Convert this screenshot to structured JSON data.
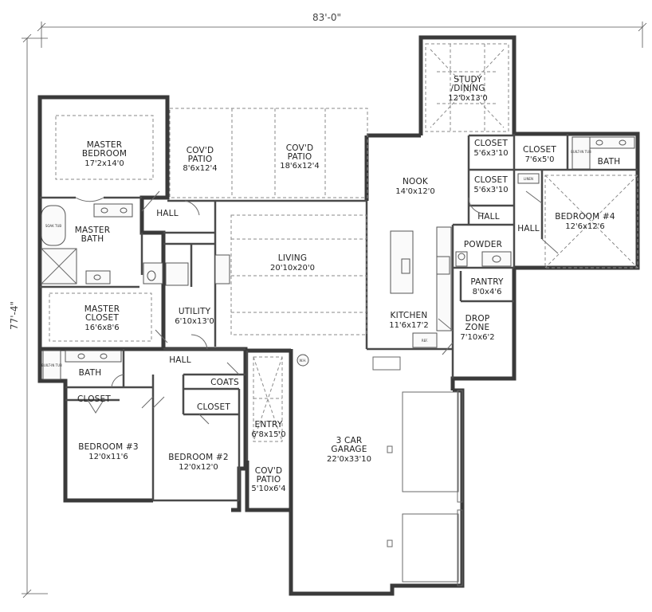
{
  "dimensions": {
    "width_label": "83'-0\"",
    "depth_label": "77'-4\""
  },
  "rooms": [
    {
      "id": "master-bedroom",
      "name_lines": [
        "MASTER",
        "BEDROOM"
      ],
      "size": "17'2x14'0"
    },
    {
      "id": "covd-patio-1",
      "name_lines": [
        "COV'D",
        "PATIO"
      ],
      "size": "8'6x12'4"
    },
    {
      "id": "covd-patio-2",
      "name_lines": [
        "COV'D",
        "PATIO"
      ],
      "size": "18'6x12'4"
    },
    {
      "id": "study-dining",
      "name_lines": [
        "STUDY",
        "/DINING"
      ],
      "size": "12'0x13'0"
    },
    {
      "id": "closet-a",
      "name_lines": [
        "CLOSET"
      ],
      "size": "5'6x3'10"
    },
    {
      "id": "closet-b",
      "name_lines": [
        "CLOSET"
      ],
      "size": "5'6x3'10"
    },
    {
      "id": "closet-c",
      "name_lines": [
        "CLOSET"
      ],
      "size": "7'6x5'0"
    },
    {
      "id": "bath-4",
      "name_lines": [
        "BATH"
      ],
      "size": ""
    },
    {
      "id": "nook",
      "name_lines": [
        "NOOK"
      ],
      "size": "14'0x12'0"
    },
    {
      "id": "bedroom-4",
      "name_lines": [
        "BEDROOM #4"
      ],
      "size": "12'6x12'6"
    },
    {
      "id": "hall-1",
      "name_lines": [
        "HALL"
      ],
      "size": ""
    },
    {
      "id": "hall-2",
      "name_lines": [
        "HALL"
      ],
      "size": ""
    },
    {
      "id": "hall-3",
      "name_lines": [
        "HALL"
      ],
      "size": ""
    },
    {
      "id": "master-bath",
      "name_lines": [
        "MASTER",
        "BATH"
      ],
      "size": ""
    },
    {
      "id": "powder",
      "name_lines": [
        "POWDER"
      ],
      "size": ""
    },
    {
      "id": "living",
      "name_lines": [
        "LIVING"
      ],
      "size": "20'10x20'0"
    },
    {
      "id": "pantry",
      "name_lines": [
        "PANTRY"
      ],
      "size": "8'0x4'6"
    },
    {
      "id": "master-closet",
      "name_lines": [
        "MASTER",
        "CLOSET"
      ],
      "size": "16'6x8'6"
    },
    {
      "id": "utility",
      "name_lines": [
        "UTILITY"
      ],
      "size": "6'10x13'0"
    },
    {
      "id": "kitchen",
      "name_lines": [
        "KITCHEN"
      ],
      "size": "11'6x17'2"
    },
    {
      "id": "drop-zone",
      "name_lines": [
        "DROP",
        "ZONE"
      ],
      "size": "7'10x6'2"
    },
    {
      "id": "hall-4",
      "name_lines": [
        "HALL"
      ],
      "size": ""
    },
    {
      "id": "bath-2",
      "name_lines": [
        "BATH"
      ],
      "size": ""
    },
    {
      "id": "coats",
      "name_lines": [
        "COATS"
      ],
      "size": ""
    },
    {
      "id": "closet-d",
      "name_lines": [
        "CLOSET"
      ],
      "size": ""
    },
    {
      "id": "closet-e",
      "name_lines": [
        "CLOSET"
      ],
      "size": ""
    },
    {
      "id": "entry",
      "name_lines": [
        "ENTRY"
      ],
      "size": "6'8x15'0"
    },
    {
      "id": "garage",
      "name_lines": [
        "3 CAR",
        "GARAGE"
      ],
      "size": "22'0x33'10"
    },
    {
      "id": "bedroom-3",
      "name_lines": [
        "BEDROOM #3"
      ],
      "size": "12'0x11'6"
    },
    {
      "id": "bedroom-2",
      "name_lines": [
        "BEDROOM #2"
      ],
      "size": "12'0x12'0"
    },
    {
      "id": "covd-patio-3",
      "name_lines": [
        "COV'D",
        "PATIO"
      ],
      "size": "5'10x6'4"
    }
  ],
  "fixture_labels": {
    "ref": "REF.",
    "tub_a": "SOAK TUB",
    "tub_b": "BUILT-IN TUB",
    "tub_c": "BUILT-IN TUB",
    "linen": "LINEN",
    "wh": "W.H."
  }
}
